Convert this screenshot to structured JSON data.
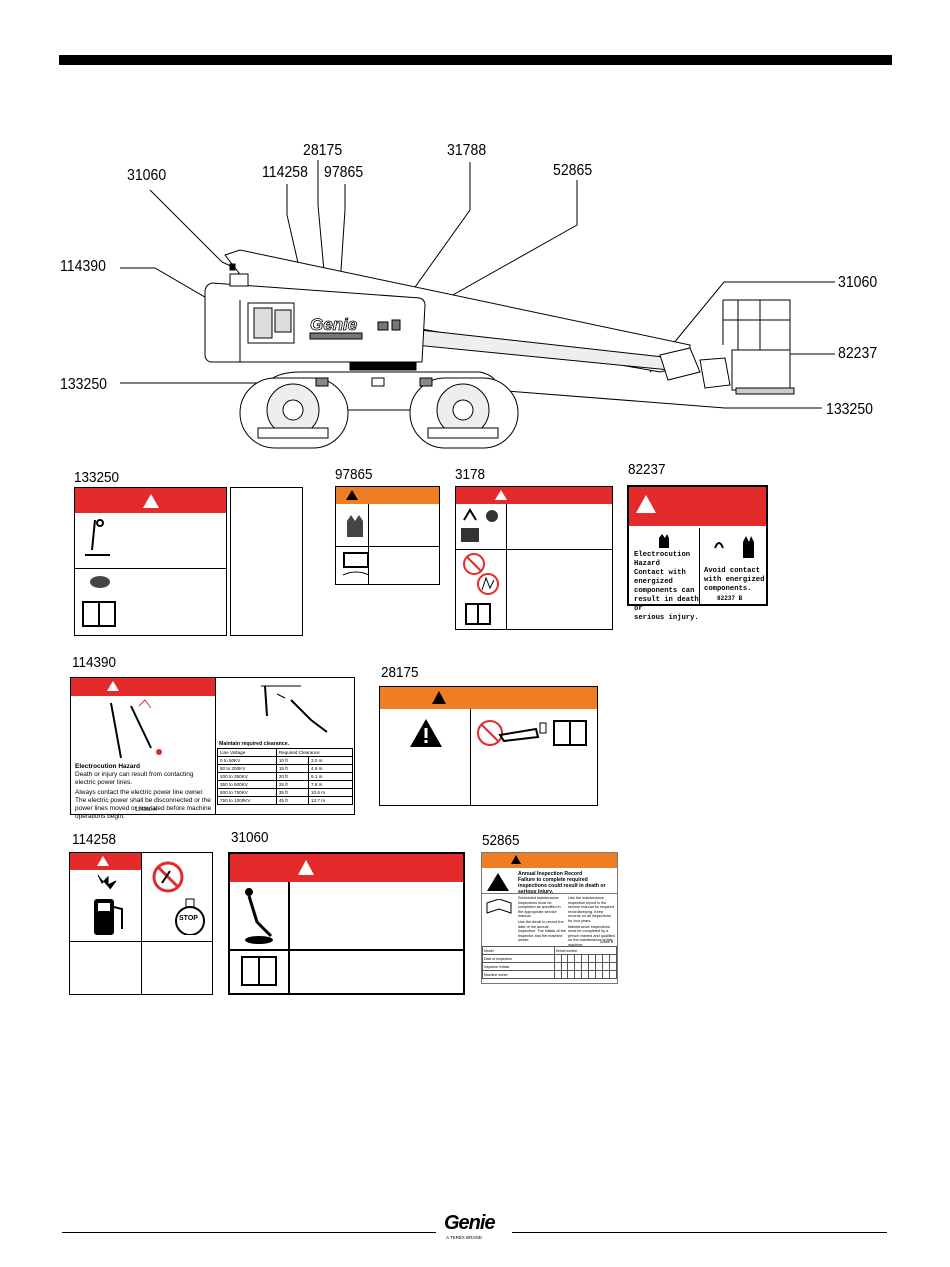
{
  "callouts": {
    "c28175": "28175",
    "c31788": "31788",
    "c31060_top": "31060",
    "c114258": "114258",
    "c97865": "97865",
    "c52865": "52865",
    "c114390": "114390",
    "c31060_right": "31060",
    "c82237": "82237",
    "c133250_left": "133250",
    "c133250_right": "133250"
  },
  "machine": {
    "brand_logo": "Genie"
  },
  "decals": {
    "d133250": {
      "title": "133250"
    },
    "d97865": {
      "title": "97865"
    },
    "d3178": {
      "title": "3178"
    },
    "d82237": {
      "title": "82237",
      "left_text_1": "Electrocution",
      "left_text_2": "Hazard",
      "left_text_3": "Contact with",
      "left_text_4": "energized",
      "left_text_5": "components can",
      "left_text_6": "result in death or",
      "left_text_7": "serious injury.",
      "right_text_1": "Avoid contact",
      "right_text_2": "with energized",
      "right_text_3": "components.",
      "part_no": "82237 B"
    },
    "d114390": {
      "title": "114390",
      "hazard_title": "Electrocution Hazard",
      "hazard_line": "Death or injury can result from contacting electric power lines.",
      "instruction": "Always contact the electric power line owner. The electric power shall be disconnected or the power lines moved or insulated before machine operations begin.",
      "part_no": "114390 A",
      "table_caption": "Maintain required clearance.",
      "col1": "Line Voltage",
      "col2": "Required Clearance",
      "rows": [
        [
          "0 to 50KV",
          "10 ft",
          "3.0 m"
        ],
        [
          "50 to 200KV",
          "15 ft",
          "4.6 m"
        ],
        [
          "200 to 350KV",
          "20 ft",
          "6.1 m"
        ],
        [
          "350 to 500KV",
          "25 ft",
          "7.6 m"
        ],
        [
          "500 to 750KV",
          "35 ft",
          "10.6 m"
        ],
        [
          "750 to 1000KV",
          "45 ft",
          "13.7 m"
        ]
      ]
    },
    "d28175": {
      "title": "28175"
    },
    "d114258": {
      "title": "114258",
      "stop": "STOP"
    },
    "d31060": {
      "title": "31060"
    },
    "d52865": {
      "title": "52865",
      "header_1": "Annual Inspection Record",
      "header_2": "Failure to complete required inspections could result in death or serious injury.",
      "col_a": "Scheduled maintenance inspections must be completed as specified in the appropriate service manual.",
      "col_a2": "Use the decal to record the date of the annual inspection. The initials of the inspector and the machine owner.",
      "col_b": "Use the maintenance inspection report in the service manual for required recordkeeping. Keep records on all inspections for four years.",
      "col_b2": "Maintenance inspections must be completed by a person trained and qualified on the maintenance of this machine.",
      "part_no": "52865 B",
      "model": "Model",
      "serial": "Serial number",
      "row1": "Date of inspection",
      "row2": "Inspector initials",
      "row3": "Machine owner"
    }
  },
  "footer": {
    "brand": "Genie",
    "tagline": "A TEREX BRAND"
  }
}
